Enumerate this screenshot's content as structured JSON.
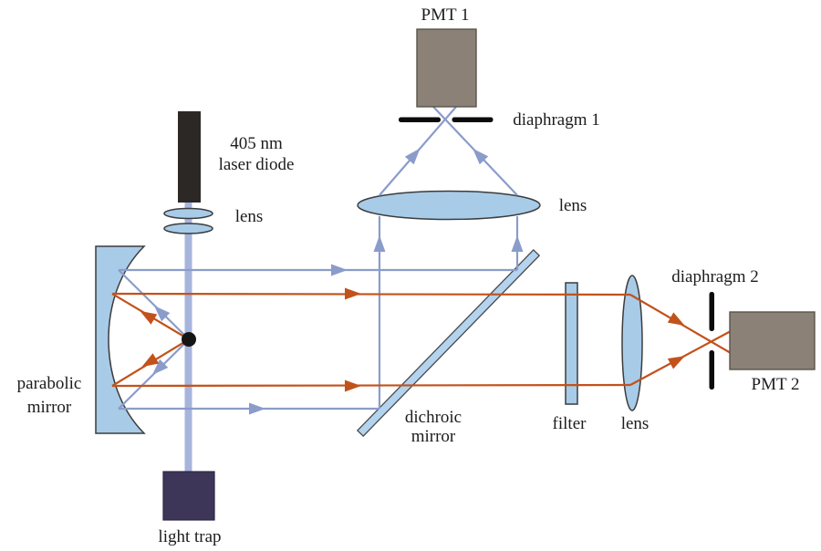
{
  "figure": {
    "type": "optical-setup-diagram",
    "description": "405 nm laser-diode particle detection setup with parabolic mirror, dichroic mirror and two PMT detection channels"
  },
  "labels": {
    "pmt1": "PMT 1",
    "diaphragm1": "diaphragm 1",
    "lens_collimating": "lens",
    "laser_line1": "405 nm",
    "laser_line2": "laser diode",
    "lens_laser": "lens",
    "parabolic_line1": "parabolic",
    "parabolic_line2": "mirror",
    "dichroic_line1": "dichroic",
    "dichroic_line2": "mirror",
    "filter": "filter",
    "lens_focusing": "lens",
    "diaphragm2": "diaphragm 2",
    "pmt2": "PMT 2",
    "light_trap": "light trap"
  },
  "colors": {
    "background": "#ffffff",
    "ray_blue": "#8a9cca",
    "ray_orange": "#c2521b",
    "laser_beam": "#a7b4dc",
    "optic_fill": "#a8cbe8",
    "optic_outline": "#3c3c3c",
    "dichroic_fill": "#b3d3ee",
    "pmt_fill": "#8b8177",
    "pmt_outline": "#5a544c",
    "laser_diode_fill": "#2b2826",
    "light_trap_fill": "#3d3659",
    "diaphragm_fill": "#0b0b0b",
    "focal_point_fill": "#151515",
    "label_color": "#1c1c1c"
  }
}
